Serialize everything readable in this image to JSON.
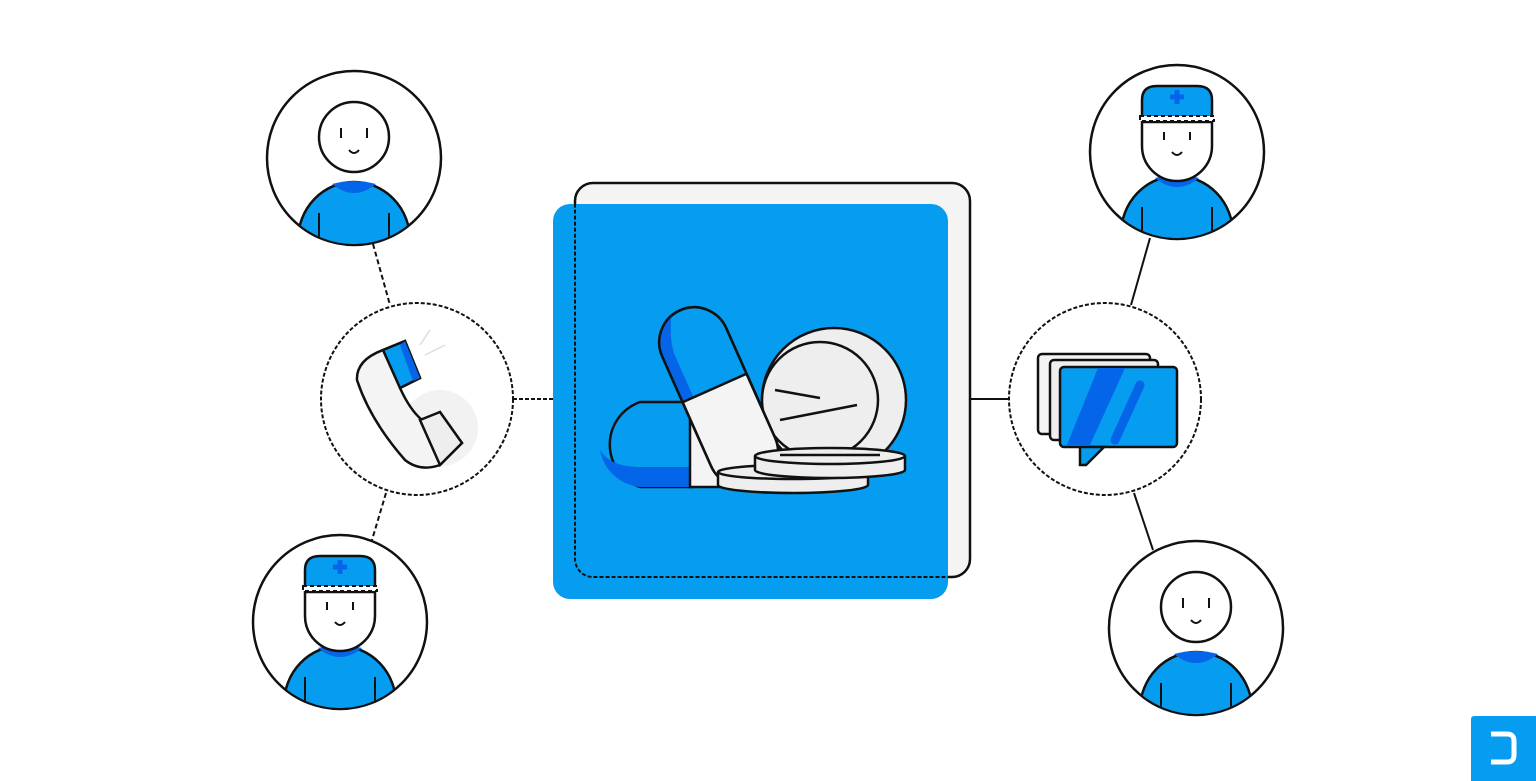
{
  "colors": {
    "primary_blue": "#069cf0",
    "dark_blue": "#0565e8",
    "light_gray": "#f4f4f4",
    "pill_white": "#eeeeee",
    "outline": "#111111"
  },
  "icons": {
    "center": "pills-icon",
    "left_hub": "phone-icon",
    "right_hub": "chat-bubbles-icon",
    "patients": [
      "patient-avatar",
      "doctor-avatar",
      "doctor-avatar",
      "patient-avatar"
    ],
    "logo": "brand-logo"
  }
}
